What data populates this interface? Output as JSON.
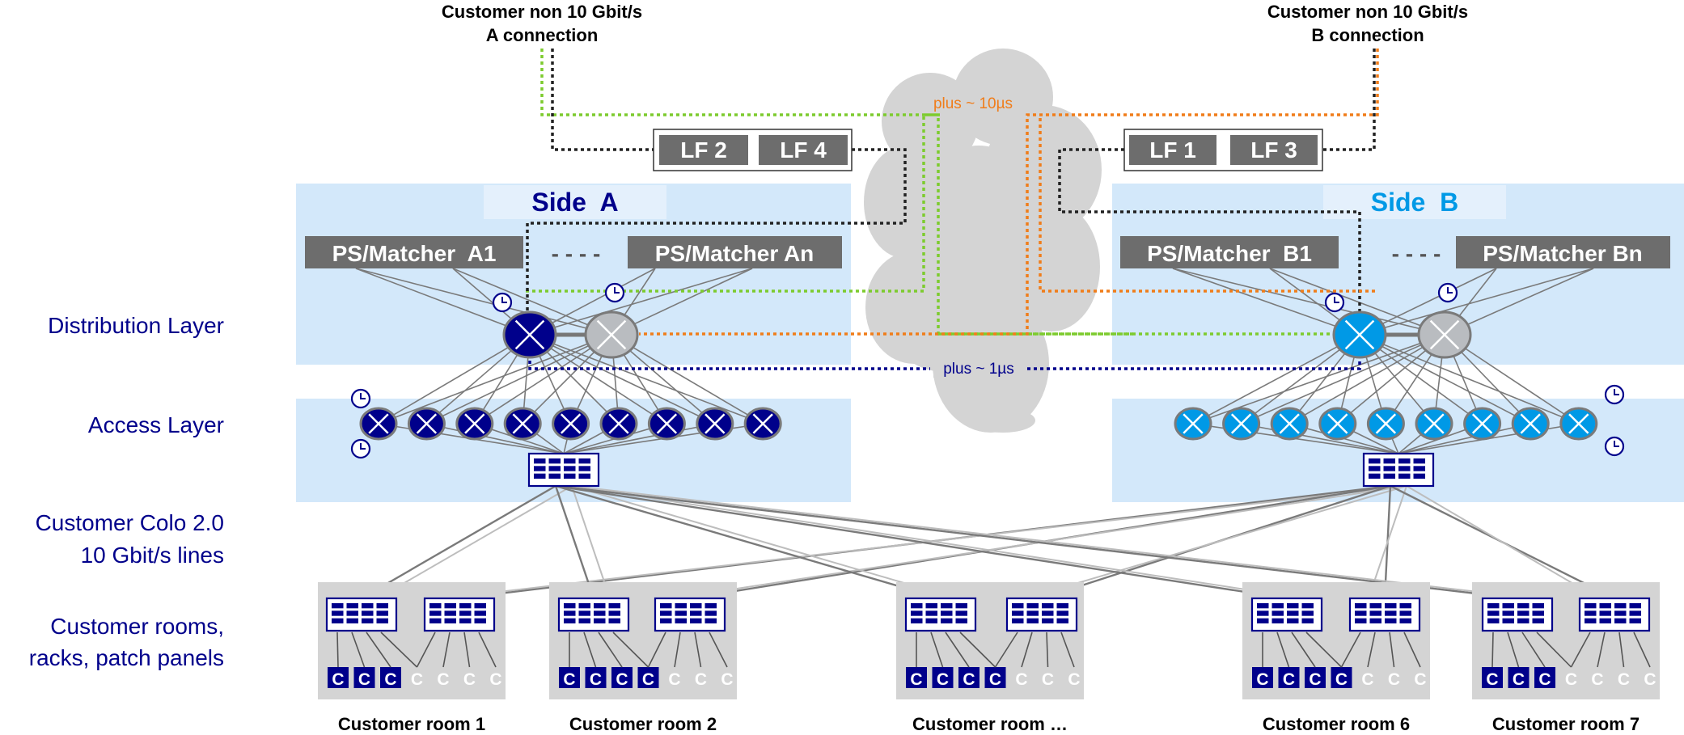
{
  "headers": {
    "a_line1": "Customer non 10 Gbit/s",
    "a_line2": "A connection",
    "b_line1": "Customer non 10 Gbit/s",
    "b_line2": "B connection"
  },
  "lf_labels": [
    "LF 2",
    "LF 4",
    "LF 1",
    "LF 3"
  ],
  "latency": {
    "plus_10": "plus ~ 10µs",
    "plus_1": "plus ~ 1µs"
  },
  "side_a": {
    "title": "Side  A",
    "matcher_1": "PS/Matcher  A1",
    "matcher_n": "PS/Matcher An",
    "ellipsis": "- - - -"
  },
  "side_b": {
    "title": "Side  B",
    "matcher_1": "PS/Matcher  B1",
    "matcher_n": "PS/Matcher Bn",
    "ellipsis": "- - - -"
  },
  "layers": {
    "distribution": "Distribution Layer",
    "access": "Access Layer",
    "colo_line1": "Customer Colo 2.0",
    "colo_line2": "10 Gbit/s lines",
    "rooms_line1": "Customer rooms,",
    "rooms_line2": "racks, patch panels"
  },
  "rooms": [
    {
      "name": "Customer room 1",
      "c_count": 3,
      "w_count": 4
    },
    {
      "name": "Customer room 2",
      "c_count": 4,
      "w_count": 3
    },
    {
      "name": "Customer room …",
      "c_count": 4,
      "w_count": 3
    },
    {
      "name": "Customer room 6",
      "c_count": 4,
      "w_count": 3
    },
    {
      "name": "Customer room 7",
      "c_count": 3,
      "w_count": 4
    }
  ],
  "customer_letter": "C",
  "colors": {
    "side_a": "#00008B",
    "side_b": "#0099E6",
    "green_link": "#7DCB2E",
    "orange_link": "#F07D1A",
    "panel_bg": "#D3E8FA",
    "label_text": "#00008B",
    "matcher_box": "#6D6D6D",
    "room_bg": "#D4D4D4"
  }
}
